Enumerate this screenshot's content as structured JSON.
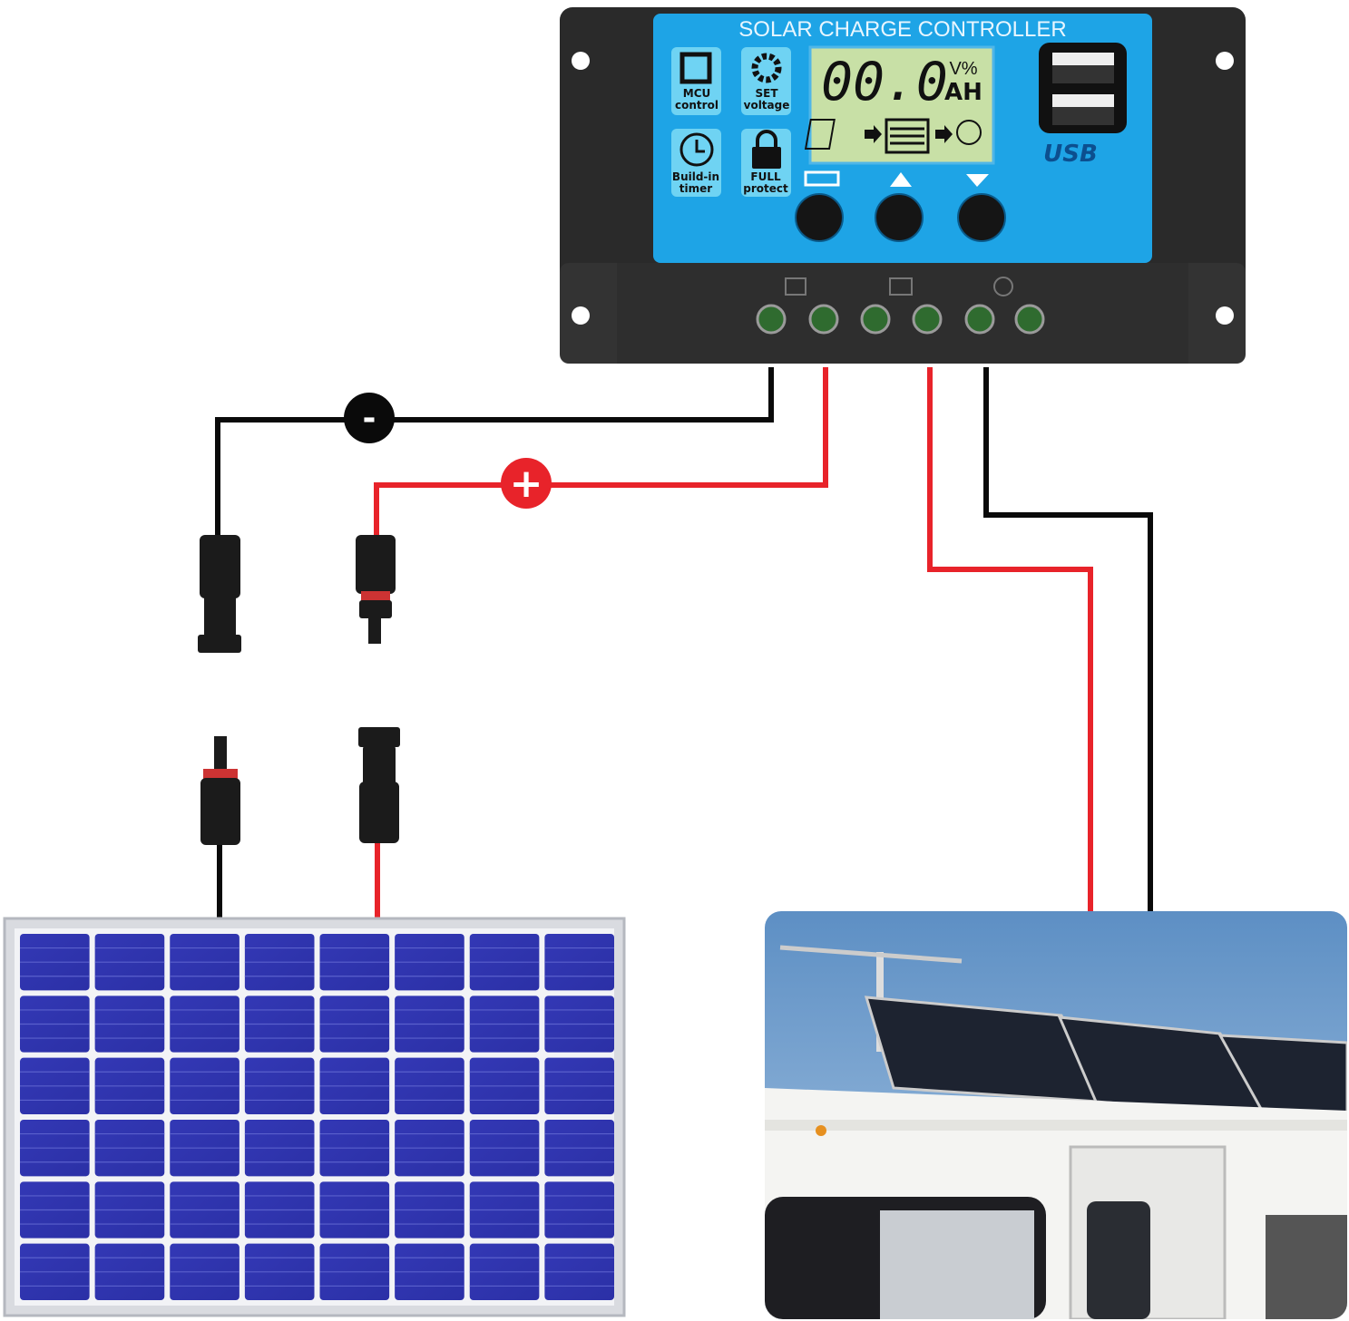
{
  "controller": {
    "title": "SOLAR CHARGE CONTROLLER",
    "features": [
      {
        "icon": "chip-icon",
        "line1": "MCU",
        "line2": "control"
      },
      {
        "icon": "gear-icon",
        "line1": "SET",
        "line2": "voltage"
      },
      {
        "icon": "clock-icon",
        "line1": "Build-in",
        "line2": "timer"
      },
      {
        "icon": "lock-icon",
        "line1": "FULL",
        "line2": "protect"
      }
    ],
    "lcd": {
      "reading": "00.0",
      "unit_top": "V%",
      "unit_bottom": "AH"
    },
    "usb_label": "USB",
    "buttons": [
      "menu-button",
      "up-button",
      "down-button"
    ],
    "terminal_groups": [
      "solar-panel-terminals",
      "battery-terminals",
      "load-terminals"
    ],
    "colors": {
      "panel": "#1ea4e6",
      "lcd": "#c8e0a6",
      "body": "#2a2a2a"
    }
  },
  "wiring": {
    "negative_symbol": "-",
    "positive_symbol": "+",
    "colors": {
      "positive": "#e8232a",
      "negative": "#0a0a0a"
    }
  },
  "solar_panel": {
    "columns": 8,
    "rows": 6,
    "cell_color": "#2f35b8"
  },
  "photo": {
    "subject": "rv-roof-solar-panels"
  }
}
